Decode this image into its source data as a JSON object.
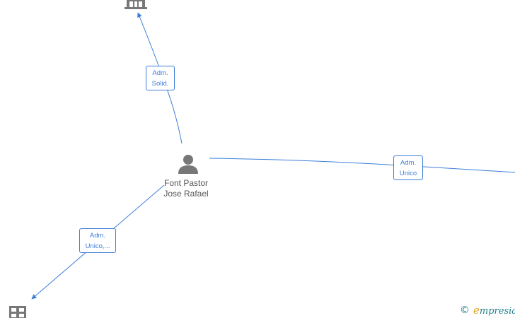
{
  "graph": {
    "person": {
      "name_line1": "Font Pastor",
      "name_line2": "Jose Rafael",
      "icon": "person-icon"
    },
    "companies": [
      {
        "id": "company-top",
        "icon": "building-icon"
      },
      {
        "id": "company-bottom-left",
        "icon": "building-icon"
      },
      {
        "id": "company-right",
        "icon": "building-icon"
      }
    ],
    "edges": [
      {
        "id": "edge-top",
        "label_line1": "Adm.",
        "label_line2": "Solid."
      },
      {
        "id": "edge-right",
        "label_line1": "Adm.",
        "label_line2": "Unico"
      },
      {
        "id": "edge-bottom-left",
        "label_line1": "Adm.",
        "label_line2": "Unico,..."
      }
    ],
    "colors": {
      "edge": "#3b7dd8",
      "icon": "#777777",
      "person_text": "#555555"
    }
  },
  "watermark": {
    "copyright": "©",
    "brand_first": "e",
    "brand_rest": "mpresia"
  }
}
